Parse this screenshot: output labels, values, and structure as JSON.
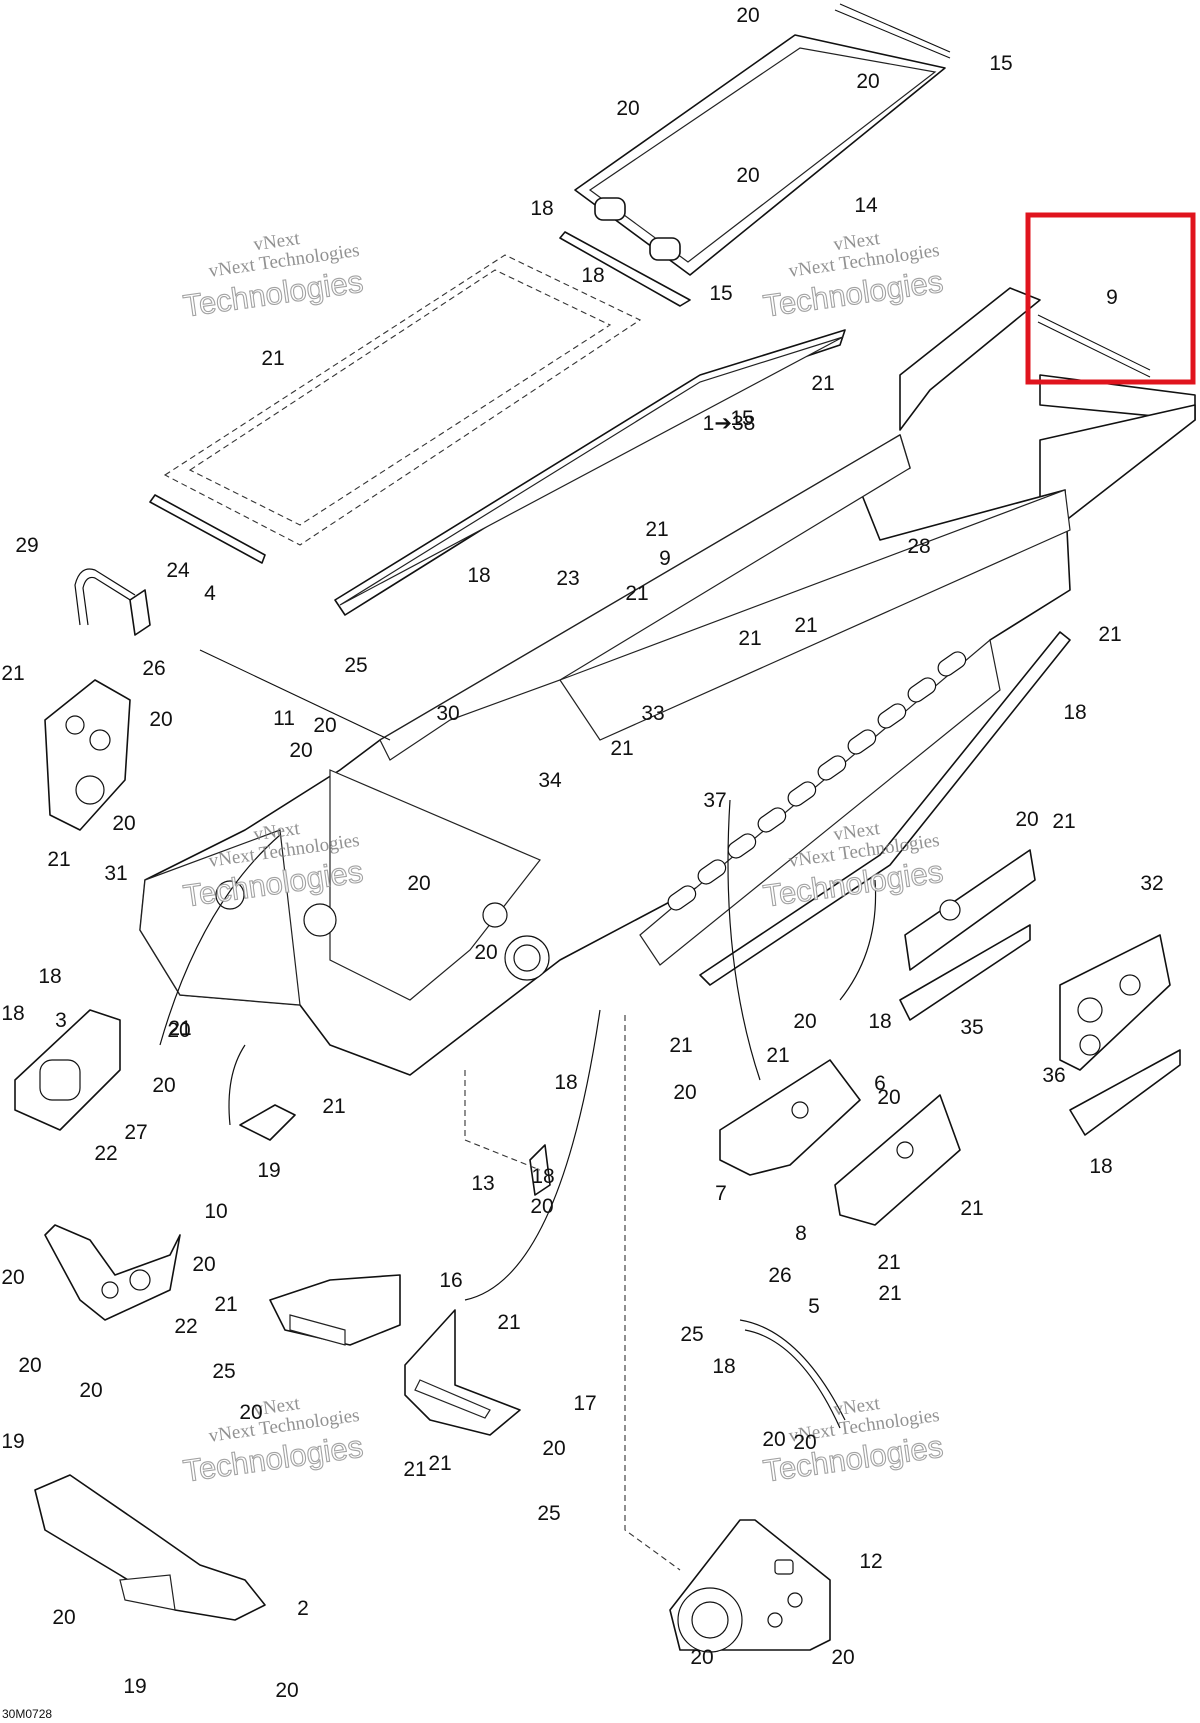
{
  "diagram": {
    "figure_code": "30M0728",
    "highlight_label": "9",
    "watermark": {
      "line1": "vNext Technologies",
      "line2": "Technologies",
      "line_small": "vNext"
    },
    "callouts": [
      "20",
      "15",
      "20",
      "20",
      "20",
      "14",
      "18",
      "18",
      "15",
      "21",
      "21",
      "15",
      "9",
      "1➔38",
      "21",
      "21",
      "28",
      "21",
      "21",
      "29",
      "24",
      "4",
      "26",
      "25",
      "18",
      "23",
      "21",
      "33",
      "21",
      "30",
      "34",
      "21",
      "20",
      "11",
      "20",
      "20",
      "20",
      "21",
      "37",
      "20",
      "21",
      "18",
      "31",
      "21",
      "20",
      "20",
      "18",
      "32",
      "20",
      "18",
      "18",
      "3",
      "20",
      "27",
      "22",
      "19",
      "21",
      "13",
      "6",
      "18",
      "20",
      "21",
      "21",
      "20",
      "20",
      "7",
      "20",
      "21",
      "8",
      "21",
      "10",
      "20",
      "20",
      "21",
      "22",
      "16",
      "20",
      "20",
      "21",
      "25",
      "17",
      "20",
      "21",
      "20",
      "25",
      "26",
      "5",
      "25",
      "18",
      "21",
      "19",
      "2",
      "20",
      "12",
      "20",
      "20",
      "20",
      "19",
      "20",
      "35",
      "36",
      "18",
      "18",
      "20",
      "21"
    ]
  }
}
